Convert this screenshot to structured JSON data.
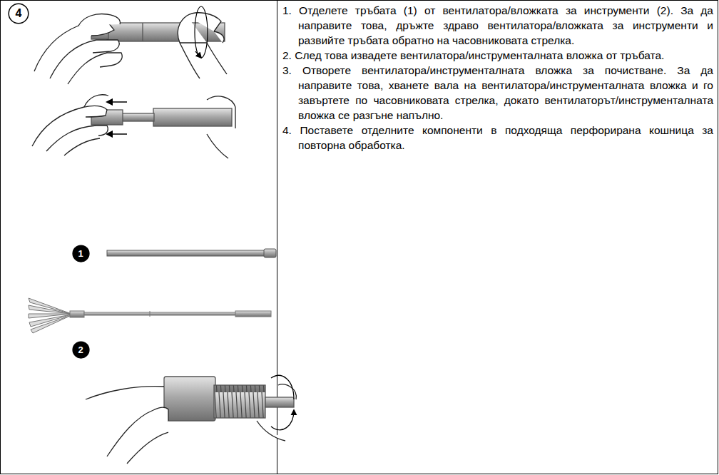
{
  "diagram": {
    "nodes": [
      {
        "text": [
          "4"
        ]
      },
      {
        "text": [
          "1"
        ]
      },
      {
        "text": [
          "2"
        ]
      }
    ],
    "labels": [
      "1. Отделете тръбата (1) от вентилатора/вложката за инструменти (2). За да направите това, дръжте здраво вентилатора/вложката за инструменти и развийте тръбата обратно на часовниковата стрелка.",
      "2. След това извадете вентилатора/инструменталната вложка от тръбата.",
      "3. Отворете вентилатора/инструменталната вложка за почистване. За да направите това, хванете вала на вентилатора/инструменталната вложка и го завъртете по часовниковата стрелка, докато вентилаторът/инструменталната вложка се разгъне напълно.",
      "4. Поставете отделните компоненти в подходяща перфорирана кошница за повторна обработка."
    ]
  }
}
